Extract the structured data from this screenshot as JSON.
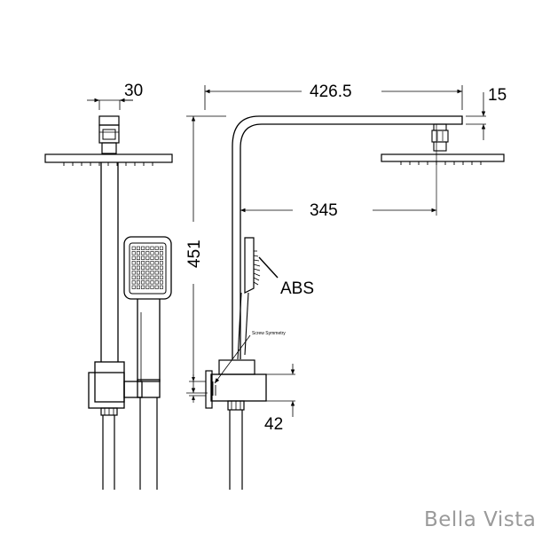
{
  "dimensions": {
    "head_width": "30",
    "overall_width": "426.5",
    "arm_thickness": "15",
    "arm_reach": "345",
    "overall_height": "451",
    "bracket_height": "42"
  },
  "labels": {
    "handset_material": "ABS",
    "screw_note": "Screw Symmetry"
  },
  "brand": {
    "name": "Bella Vista"
  }
}
